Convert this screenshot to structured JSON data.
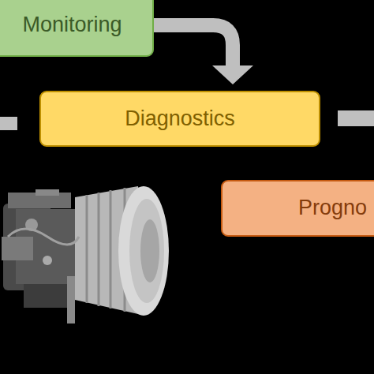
{
  "diagram": {
    "nodes": [
      {
        "text": [
          "Monitoring"
        ]
      },
      {
        "text": [
          "Diagnostics"
        ]
      },
      {
        "text": [
          "Progno"
        ]
      }
    ],
    "edges": [
      {
        "from": 0,
        "to": 1,
        "arrow": "to"
      }
    ]
  }
}
